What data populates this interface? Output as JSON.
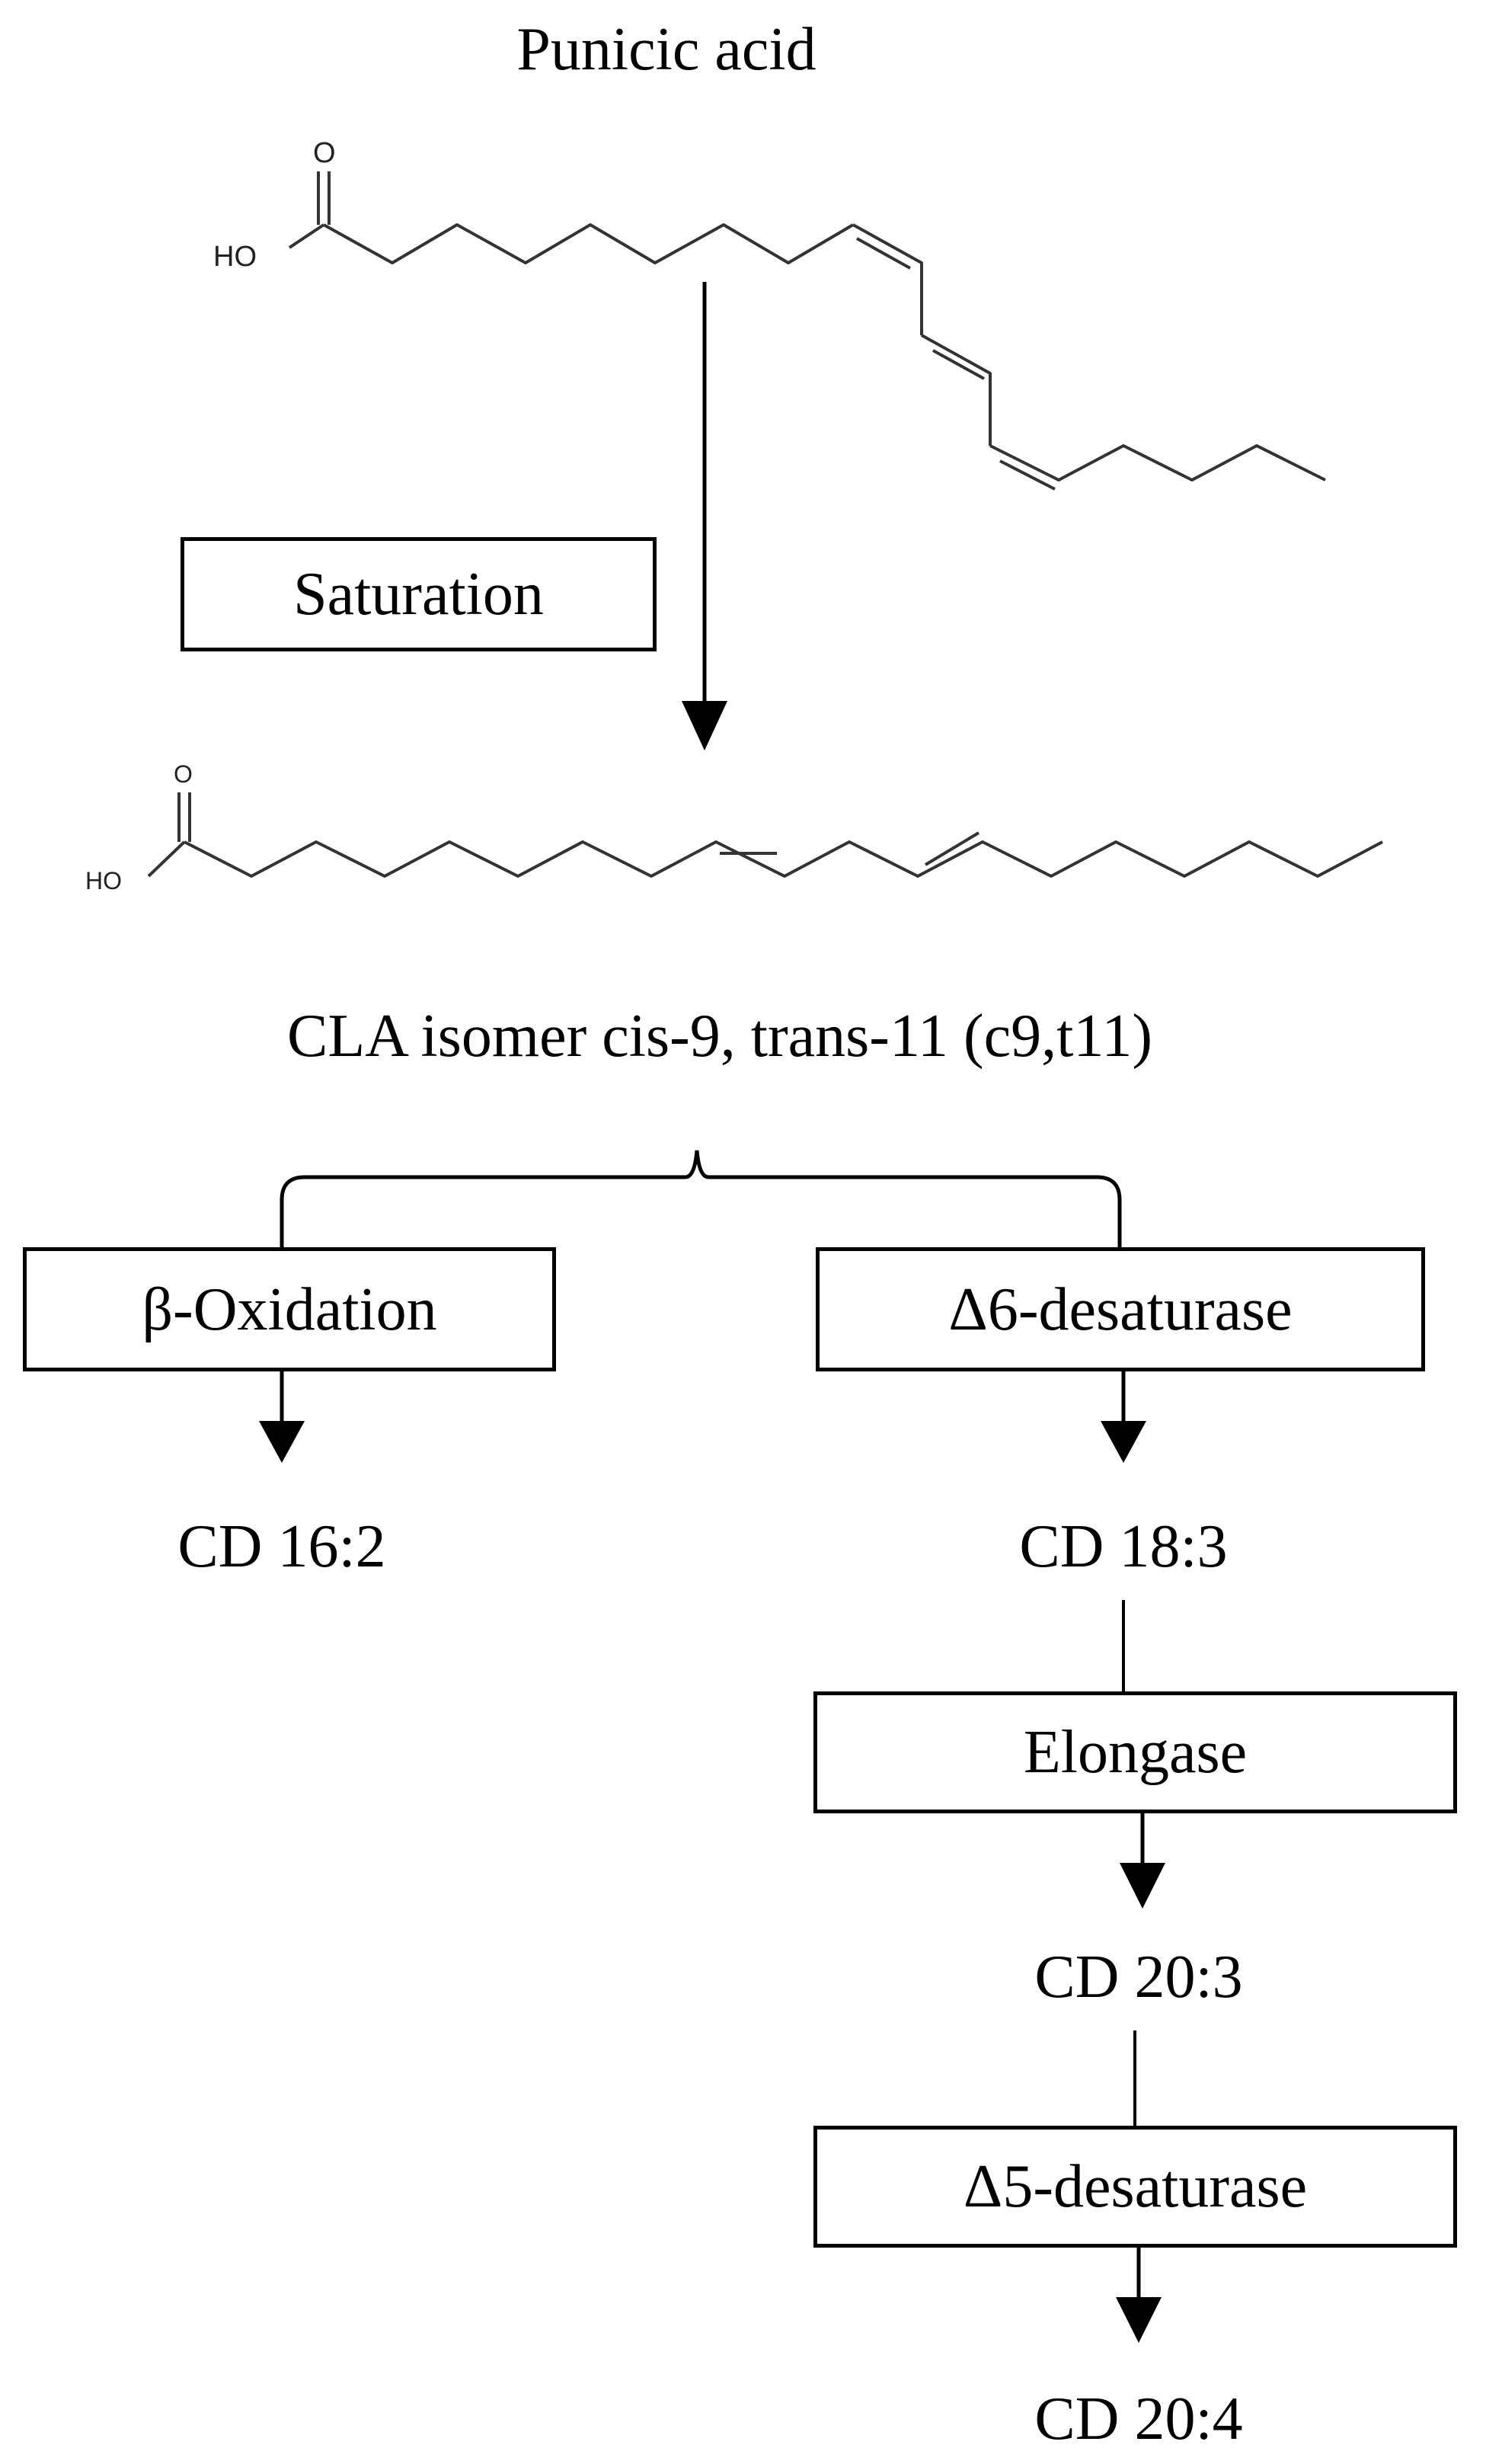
{
  "titles": {
    "punicic": "Punicic acid",
    "cla": "CLA isomer cis-9, trans-11 (c9,t11)"
  },
  "molecule_labels": {
    "hydroxyl": "HO",
    "carbonyl_oxygen": "O"
  },
  "steps": {
    "saturation": "Saturation",
    "beta_oxidation": "β-Oxidation",
    "delta6": "Δ6-desaturase",
    "elongase": "Elongase",
    "delta5": "Δ5-desaturase"
  },
  "products": {
    "cd_16_2": "CD 16:2",
    "cd_18_3": "CD 18:3",
    "cd_20_3": "CD 20:3",
    "cd_20_4": "CD 20:4"
  }
}
